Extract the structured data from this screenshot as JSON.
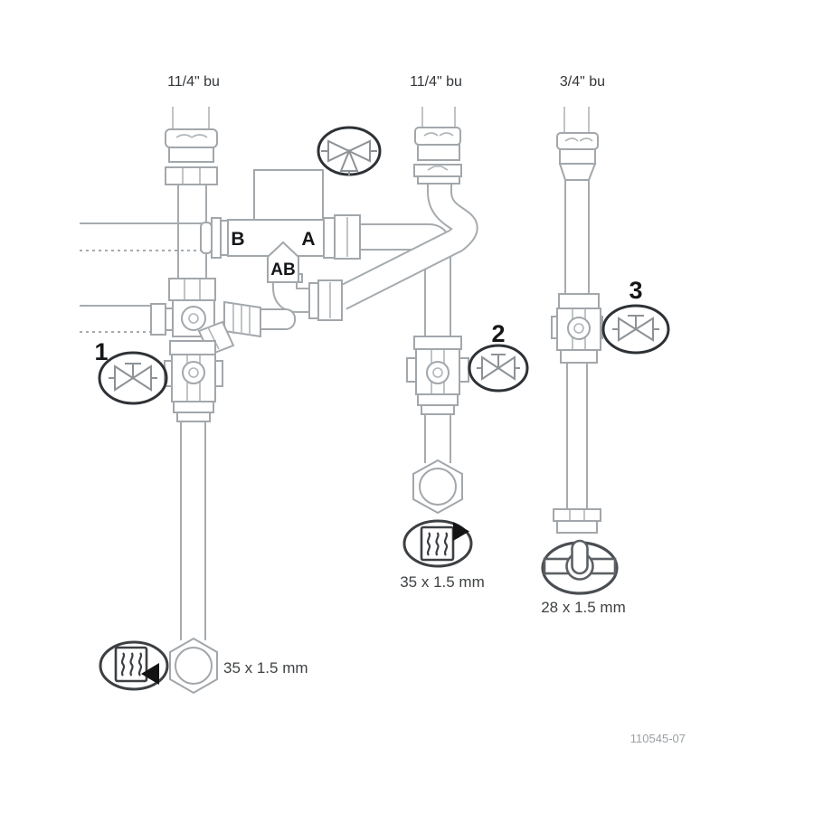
{
  "diagram": {
    "type": "piping-installation-diagram",
    "background": "#ffffff",
    "part_code": "110545-07"
  },
  "colors": {
    "line": "#a6abae",
    "oval_outline": "#2e3236",
    "valve_symbol": "#8d9296",
    "icon_outline": "#3d4043",
    "label_text": "#141618",
    "dim_text": "#3f4244",
    "code_text": "#9ba0a3"
  },
  "connections": {
    "left": {
      "label": "11/4\" bu"
    },
    "middle": {
      "label": "11/4\" bu"
    },
    "right": {
      "label": "3/4\" bu"
    }
  },
  "three_way_valve": {
    "port_left": "B",
    "port_right": "A",
    "port_bottom": "AB",
    "icon": "three-way-valve-icon"
  },
  "valves": {
    "v1": {
      "number": "1",
      "icon": "shutoff-valve-icon"
    },
    "v2": {
      "number": "2",
      "icon": "shutoff-valve-icon"
    },
    "v3": {
      "number": "3",
      "icon": "shutoff-valve-icon"
    }
  },
  "dimensions": {
    "left": "35 x 1.5 mm",
    "middle": "35 x 1.5 mm",
    "right": "28 x 1.5 mm"
  },
  "icons": {
    "left_bottom": "heating-return-icon",
    "middle_bottom": "heating-flow-icon",
    "right_bottom": "tap-water-icon"
  }
}
